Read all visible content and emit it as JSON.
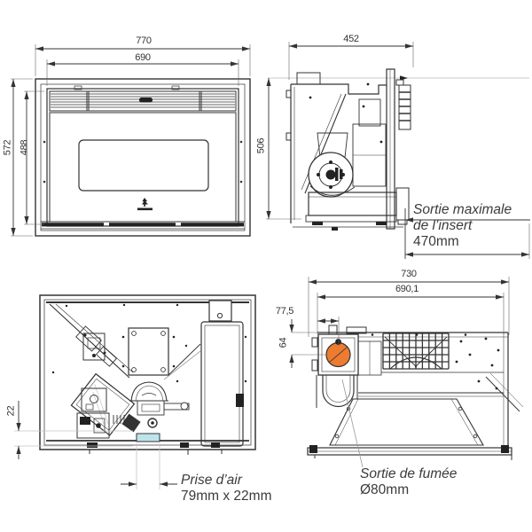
{
  "drawing": {
    "views": {
      "front": {
        "dims": {
          "outer_width": "770",
          "inner_width": "690",
          "outer_height": "572",
          "inner_height": "488"
        }
      },
      "side": {
        "dims": {
          "depth": "452",
          "height": "506"
        },
        "note": {
          "line1": "Sortie maximale",
          "line2": "de l’insert",
          "value": "470mm"
        }
      },
      "base_plan": {
        "dims": {
          "air_intake_height": "22"
        },
        "note": {
          "label": "Prise d’air",
          "value": "79mm x 22mm"
        }
      },
      "top_plan": {
        "dims": {
          "outer_width": "730",
          "inner_width": "690,1",
          "outlet_offset_x": "77,5",
          "outlet_offset_y": "64"
        },
        "note": {
          "label": "Sortie de fumée",
          "value": "Ø80mm"
        }
      }
    },
    "colors": {
      "line": "#333333",
      "smoke_outlet": "#ED7B30",
      "air_intake": "#BEE3EC"
    }
  }
}
